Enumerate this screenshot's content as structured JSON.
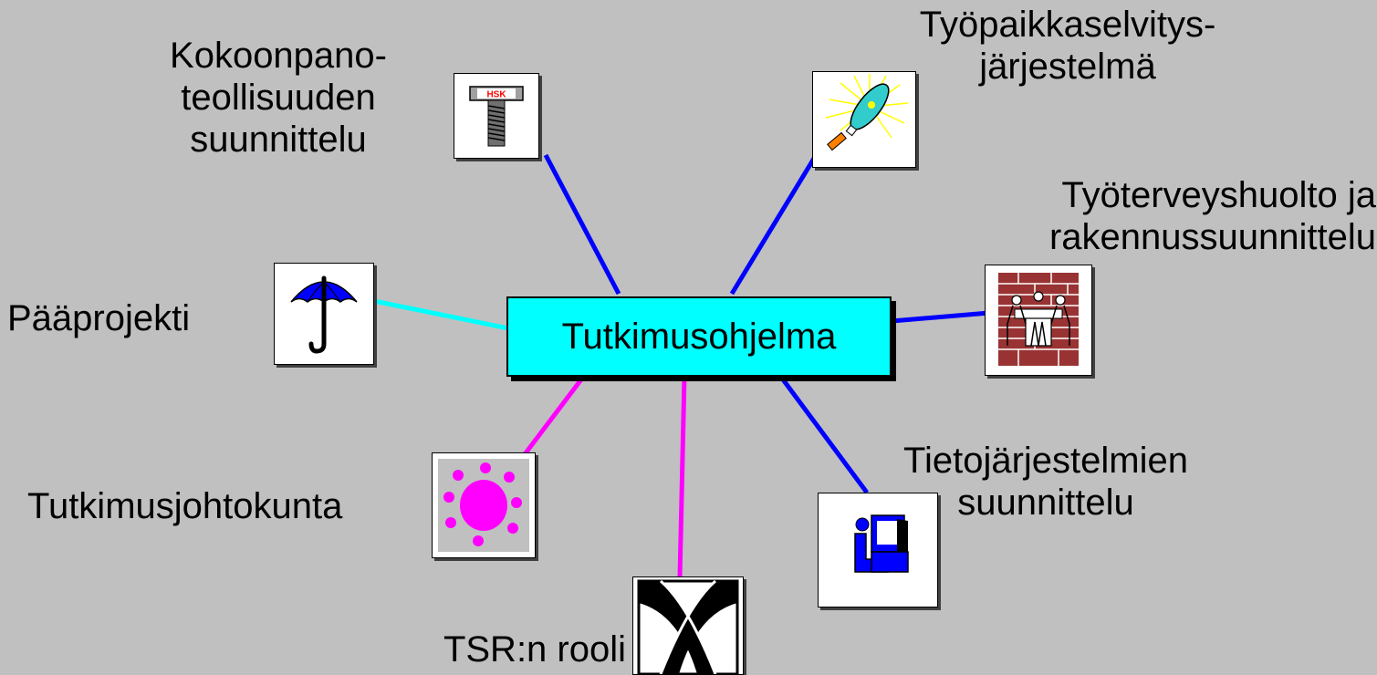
{
  "center": {
    "label": "Tutkimusohjelma"
  },
  "nodes": [
    {
      "id": "kokoonpano",
      "lines": [
        "Kokoonpano-",
        "teollisuuden",
        "suunnittelu"
      ],
      "icon": "bolt-hsk-icon",
      "icon_text": "HSK",
      "connector_color": "#0000ff"
    },
    {
      "id": "tyopaikka",
      "lines": [
        "Työpaikkaselvitys-",
        "järjestelmä"
      ],
      "icon": "magnifier-light-icon",
      "connector_color": "#0000ff"
    },
    {
      "id": "tyoterveys",
      "lines": [
        "Työterveyshuolto ja",
        "rakennussuunnittelu"
      ],
      "icon": "meeting-brick-wall-icon",
      "connector_color": "#0000ff"
    },
    {
      "id": "tieto",
      "lines": [
        "Tietojärjestelmien",
        "suunnittelu"
      ],
      "icon": "computer-user-icon",
      "connector_color": "#0000ff"
    },
    {
      "id": "tsr",
      "lines": [
        "TSR:n rooli"
      ],
      "icon": "crossing-roads-icon",
      "connector_color": "#ff00ff"
    },
    {
      "id": "johtokunta",
      "lines": [
        "Tutkimusjohtokunta"
      ],
      "icon": "sun-dots-icon",
      "connector_color": "#ff00ff"
    },
    {
      "id": "paaprojekti",
      "lines": [
        "Pääprojekti"
      ],
      "icon": "umbrella-icon",
      "connector_color": "#00ffff"
    }
  ]
}
